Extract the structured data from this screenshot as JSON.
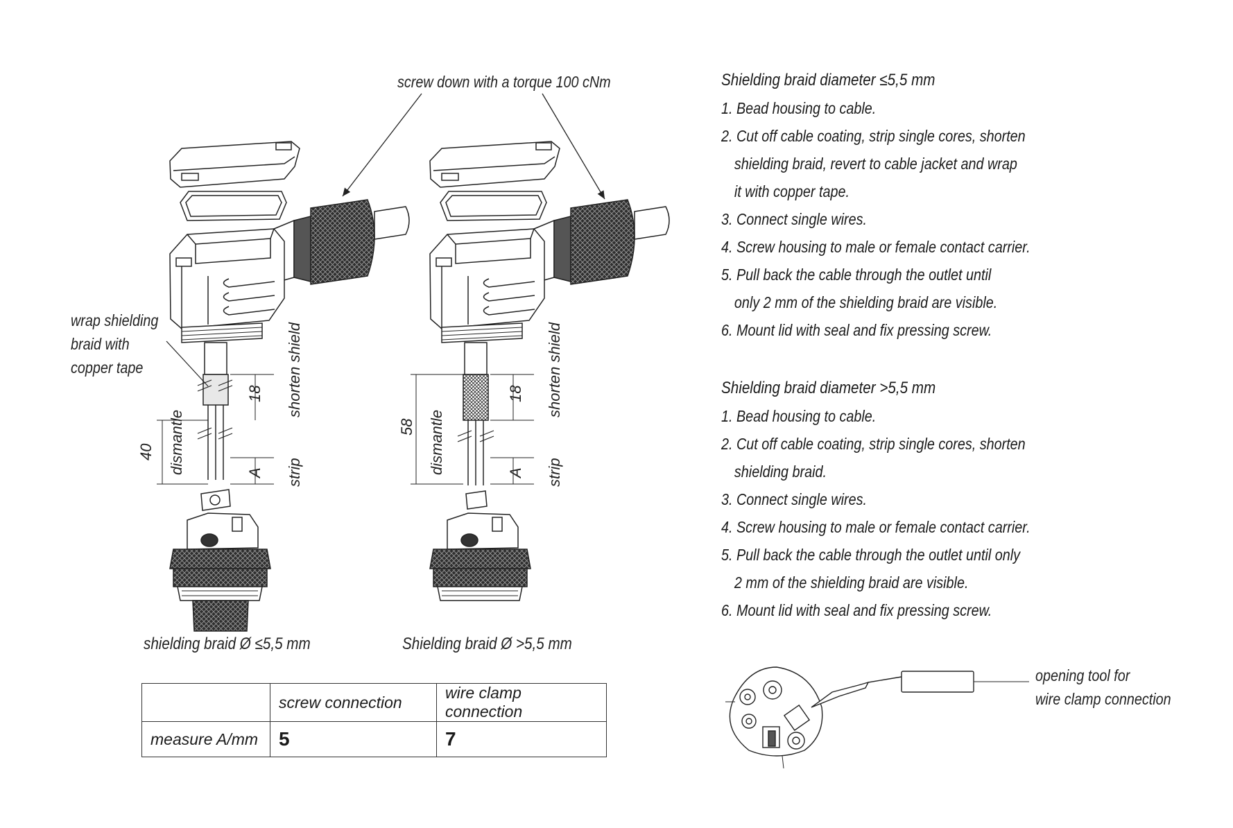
{
  "callouts": {
    "torque": "screw down with a torque 100 cNm",
    "wrap_line1": "wrap shielding",
    "wrap_line2": "braid with",
    "wrap_line3": "copper tape",
    "tool_line1": "opening tool for",
    "tool_line2": "wire clamp connection"
  },
  "left_assembly": {
    "caption": "shielding braid Ø ≤5,5 mm",
    "dim_total": "40",
    "dim_shield": "18",
    "dim_strip": "A",
    "label_dismantle": "dismantle",
    "label_shorten": "shorten shield",
    "label_strip": "strip"
  },
  "right_assembly": {
    "caption": "Shielding braid Ø >5,5 mm",
    "dim_total": "58",
    "dim_shield": "18",
    "dim_strip": "A",
    "label_dismantle": "dismantle",
    "label_shorten": "shorten shield",
    "label_strip": "strip"
  },
  "instructions_small": {
    "heading": "Shielding braid diameter  ≤5,5 mm",
    "steps": [
      {
        "a": "1. Bead housing to cable."
      },
      {
        "a": "2. Cut off cable coating, strip single cores, shorten",
        "b": "shielding braid, revert to cable jacket and wrap",
        "c": "it with copper tape."
      },
      {
        "a": "3. Connect single wires."
      },
      {
        "a": "4. Screw housing to male or female contact carrier."
      },
      {
        "a": "5. Pull back the cable through the outlet until",
        "b": "only 2 mm of the shielding braid are visible."
      },
      {
        "a": "6. Mount lid with seal and fix pressing screw."
      }
    ]
  },
  "instructions_large": {
    "heading": "Shielding braid diameter  >5,5 mm",
    "steps": [
      {
        "a": "1. Bead housing to cable."
      },
      {
        "a": "2. Cut off cable coating, strip single cores, shorten",
        "b": "shielding braid."
      },
      {
        "a": "3. Connect single wires."
      },
      {
        "a": "4. Screw housing to male or female contact carrier."
      },
      {
        "a": "5. Pull back the cable through the outlet until only",
        "b": "2 mm of the shielding braid are visible."
      },
      {
        "a": "6. Mount lid with seal and fix pressing screw."
      }
    ]
  },
  "table": {
    "header": [
      "",
      "screw connection",
      "wire clamp connection"
    ],
    "row_label": "measure A/mm",
    "values": [
      "5",
      "7"
    ]
  }
}
